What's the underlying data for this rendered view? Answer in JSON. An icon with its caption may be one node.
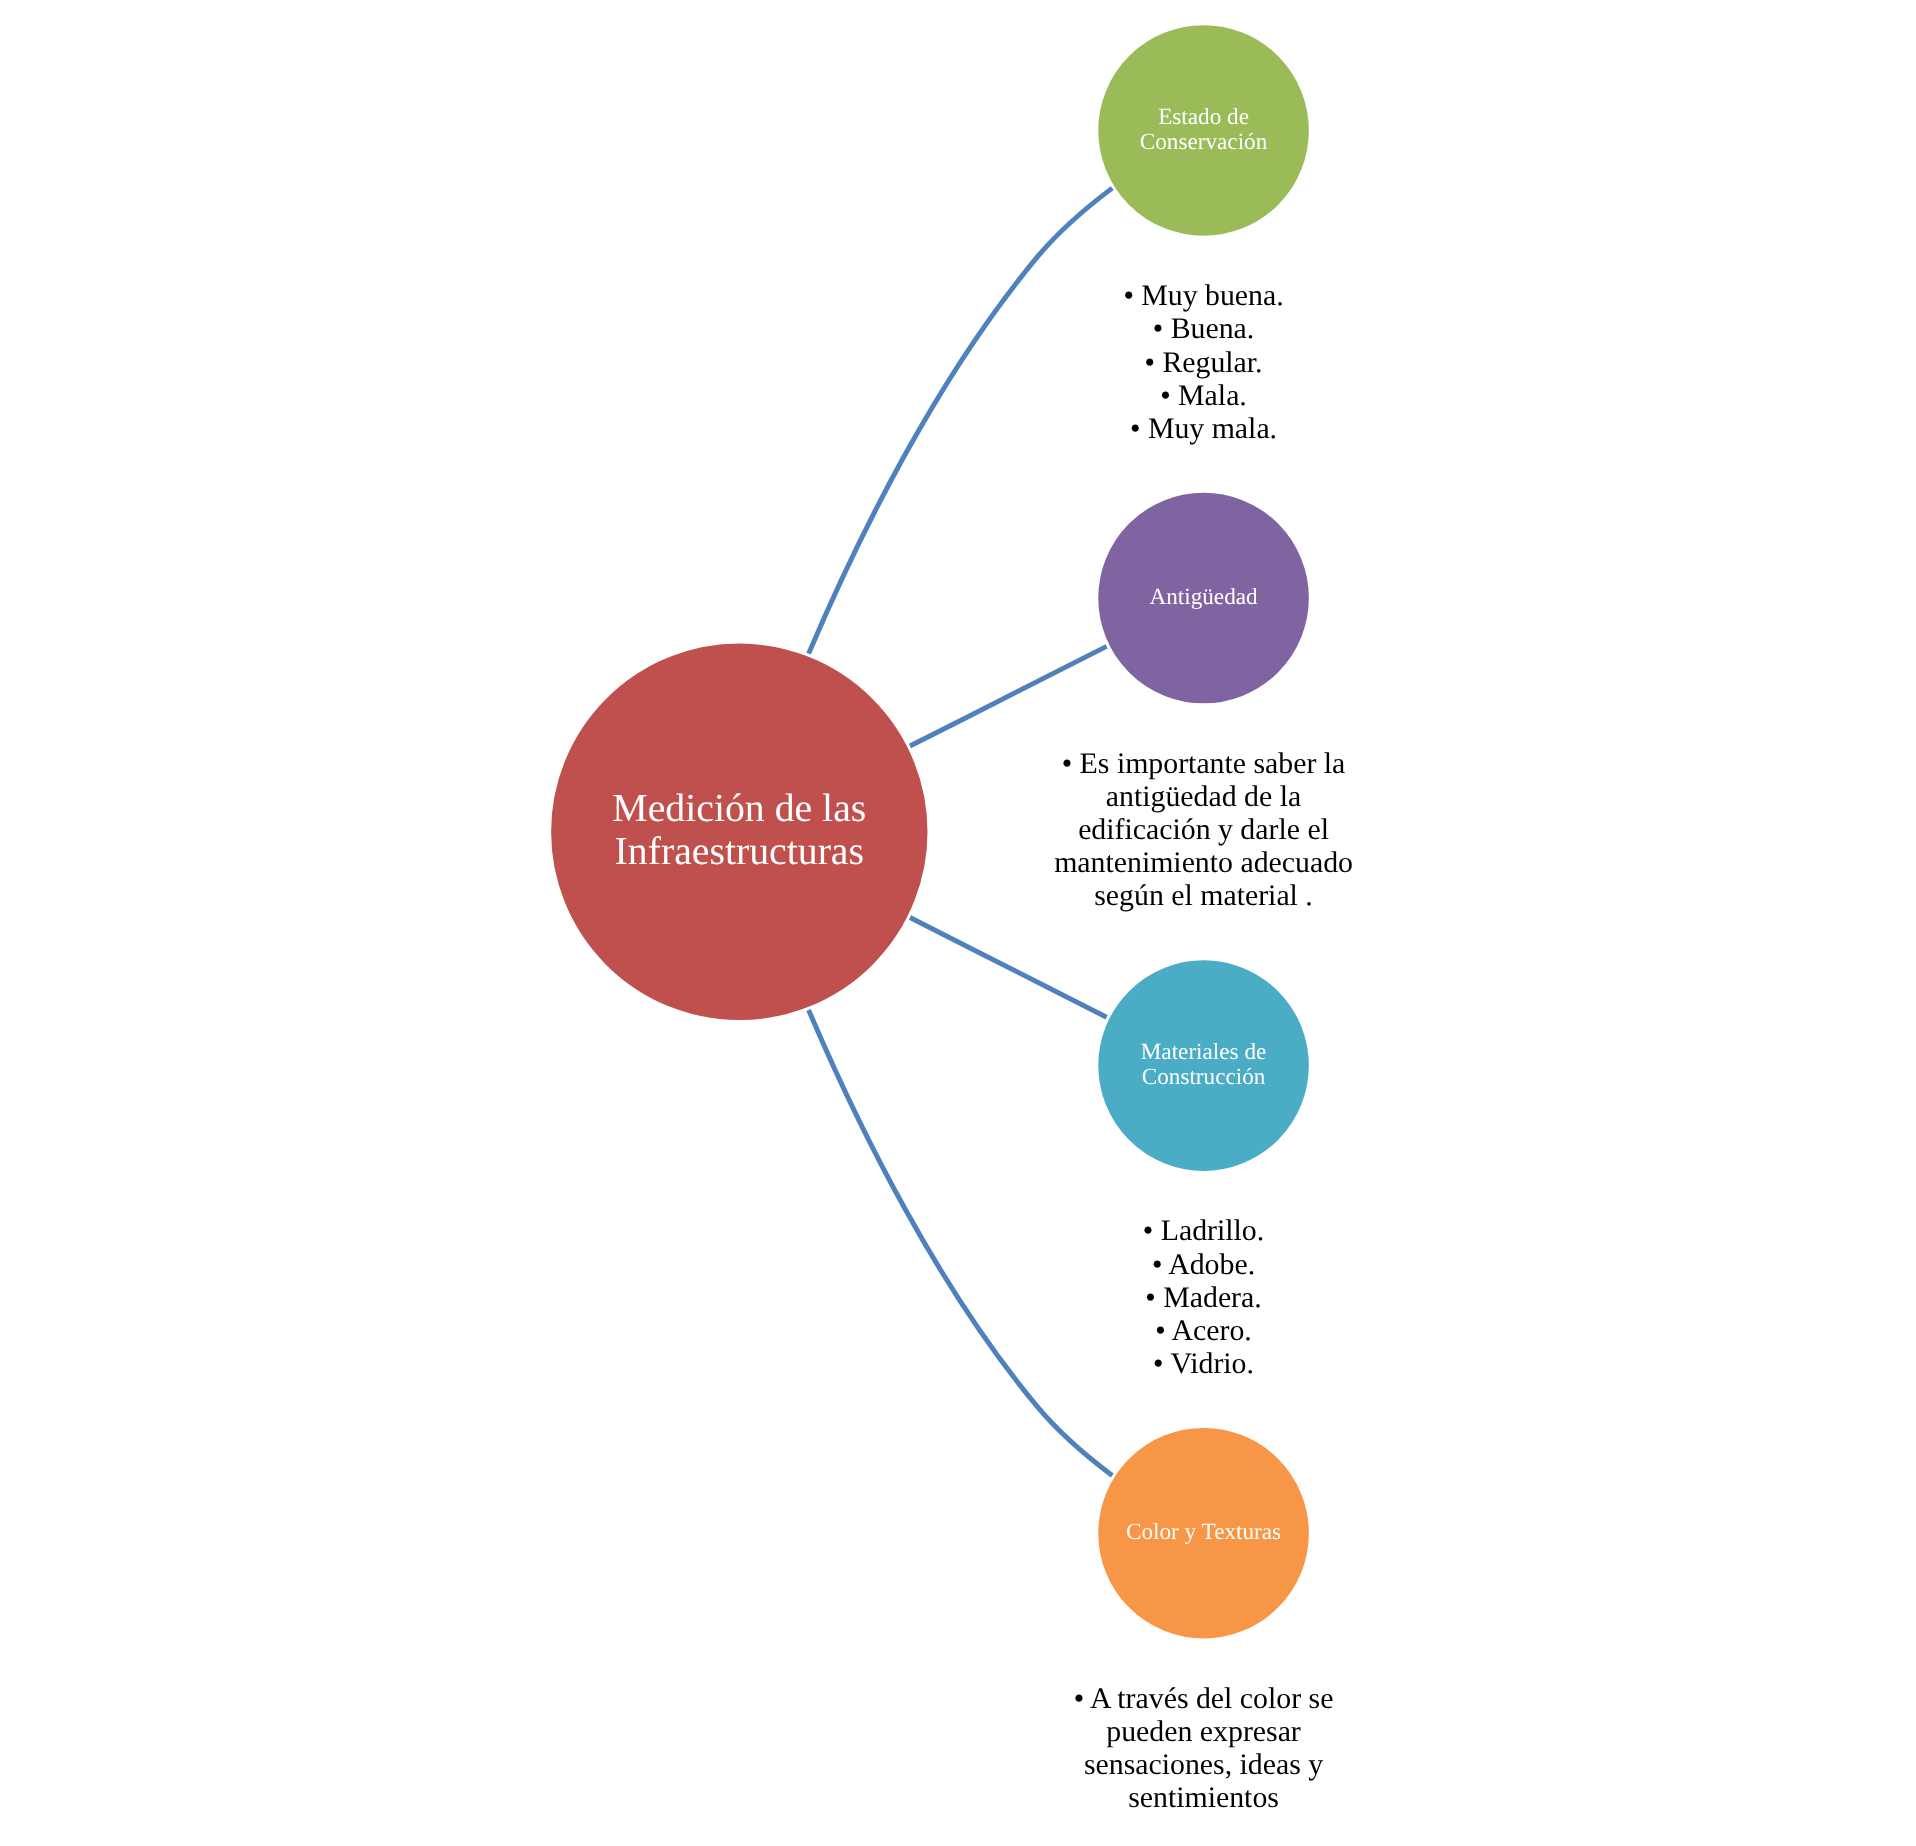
{
  "diagram": {
    "nodes": [
      {
        "text": [
          "Medición de las Infraestructuras"
        ]
      },
      {
        "text": [
          "Estado de Conservación"
        ],
        "beside": [
          "• Muy buena.",
          "• Buena.",
          "• Regular.",
          "• Mala.",
          "• Muy mala."
        ]
      },
      {
        "text": [
          "Antigüedad"
        ],
        "beside": [
          "• Es importante saber la antigüedad de la edificación y darle el mantenimiento adecuado según el material ."
        ]
      },
      {
        "text": [
          "Materiales de Construcción"
        ],
        "beside": [
          "• Ladrillo.",
          "• Adobe.",
          "• Madera.",
          "• Acero.",
          "• Vidrio."
        ]
      },
      {
        "text": [
          "Color y Texturas"
        ],
        "beside": [
          "• A través del color se pueden expresar sensaciones, ideas y sentimientos"
        ]
      }
    ],
    "edges": [
      {
        "from": 0,
        "to": 1,
        "arrow": "none"
      },
      {
        "from": 0,
        "to": 2,
        "arrow": "none"
      },
      {
        "from": 0,
        "to": 3,
        "arrow": "none"
      },
      {
        "from": 0,
        "to": 4,
        "arrow": "none"
      }
    ]
  }
}
